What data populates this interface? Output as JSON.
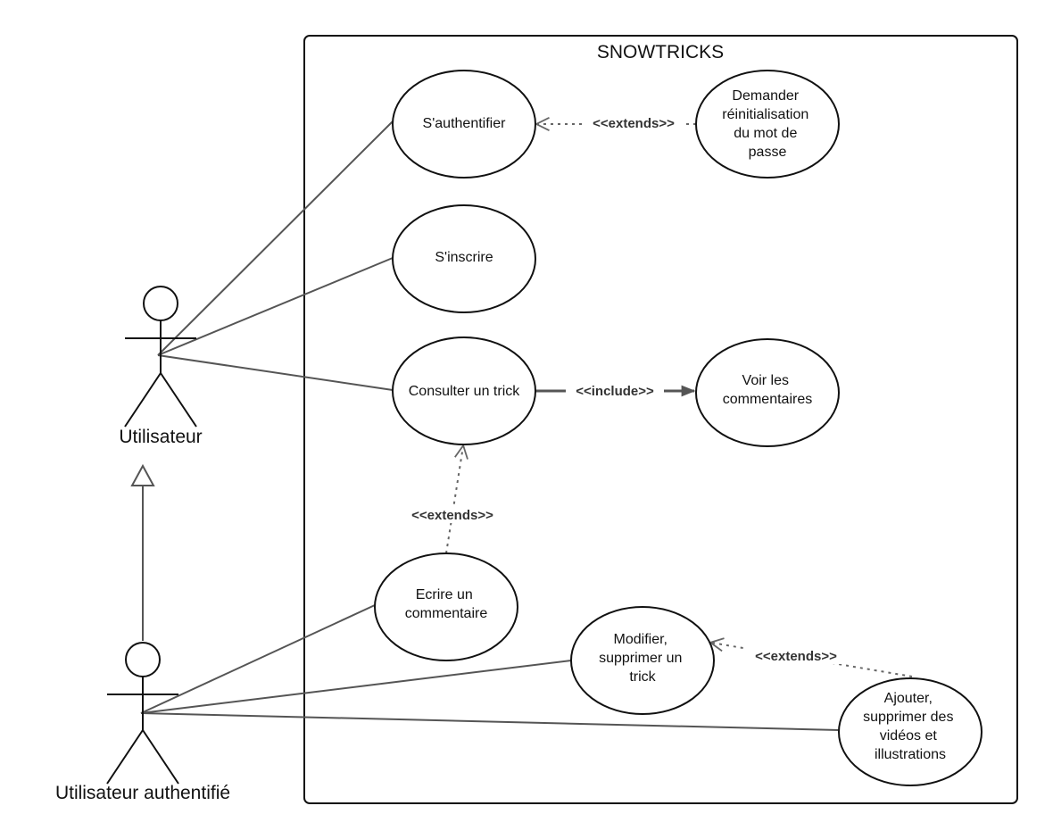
{
  "system": {
    "title": "SNOWTRICKS"
  },
  "actors": {
    "user": "Utilisateur",
    "auth_user": "Utilisateur authentifié"
  },
  "use_cases": {
    "authenticate": [
      "S'authentifier"
    ],
    "reset_password": [
      "Demander",
      "réinitialisation",
      "du mot de",
      "passe"
    ],
    "register": [
      "S'inscrire"
    ],
    "view_trick": [
      "Consulter un trick"
    ],
    "view_comments": [
      "Voir les",
      "commentaires"
    ],
    "write_comment": [
      "Ecrire un",
      "commentaire"
    ],
    "edit_trick": [
      "Modifier,",
      "supprimer un",
      "trick"
    ],
    "media": [
      "Ajouter,",
      "supprimer des",
      "vidéos et",
      "illustrations"
    ]
  },
  "relations": {
    "extends_reset": "<<extends>>",
    "include_comments": "<<include>>",
    "extends_write": "<<extends>>",
    "extends_media": "<<extends>>"
  }
}
